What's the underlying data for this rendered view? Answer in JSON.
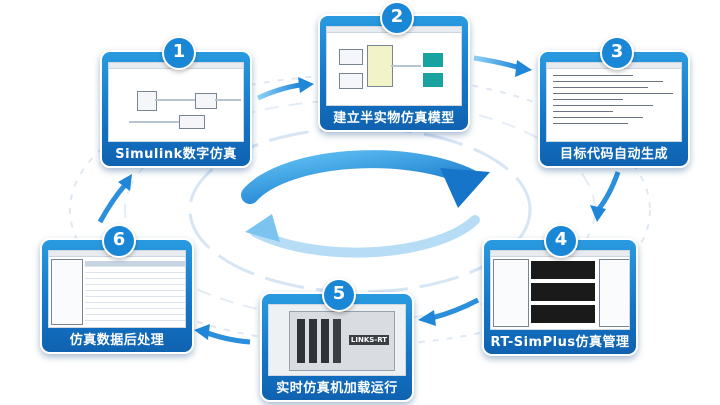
{
  "steps": [
    {
      "number": "1",
      "label": "Simulink数字仿真"
    },
    {
      "number": "2",
      "label": "建立半实物仿真模型"
    },
    {
      "number": "3",
      "label": "目标代码自动生成"
    },
    {
      "number": "4",
      "label": "RT-SimPlus仿真管理"
    },
    {
      "number": "5",
      "label": "实时仿真机加载运行"
    },
    {
      "number": "6",
      "label": "仿真数据后处理"
    }
  ],
  "device_brand": "LINKS-RT",
  "colors": {
    "card": "#1577c9",
    "accent": "#1a86d6",
    "arrow": "#2b8fdc",
    "teal": "#18a3a0"
  }
}
